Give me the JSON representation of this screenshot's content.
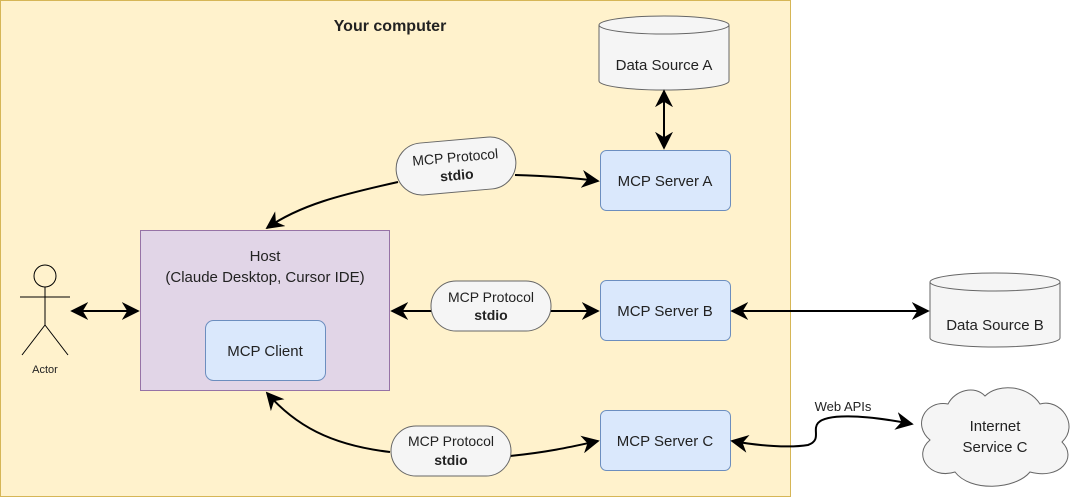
{
  "region": {
    "title": "Your computer"
  },
  "actor": {
    "label": "Actor"
  },
  "host": {
    "line1": "Host",
    "line2": "(Claude Desktop, Cursor IDE)"
  },
  "client": {
    "label": "MCP Client"
  },
  "servers": {
    "a": "MCP Server A",
    "b": "MCP Server B",
    "c": "MCP Server C"
  },
  "data_sources": {
    "a": "Data Source A",
    "b": "Data Source B"
  },
  "internet": {
    "line1": "Internet",
    "line2": "Service C"
  },
  "web_apis": "Web APIs",
  "protocol_labels": {
    "a": {
      "line1": "MCP Protocol",
      "line2": "stdio"
    },
    "b": {
      "line1": "MCP Protocol",
      "line2": "stdio"
    },
    "c": {
      "line1": "MCP Protocol",
      "line2": "stdio"
    }
  },
  "colors": {
    "region_fill": "#fff2cc",
    "region_stroke": "#d6b656",
    "host_fill": "#e1d5e7",
    "host_stroke": "#9673a6",
    "box_fill": "#dae8fc",
    "box_stroke": "#6c8ebf",
    "pill_fill": "#f5f5f5",
    "store_fill": "#f5f5f5"
  }
}
